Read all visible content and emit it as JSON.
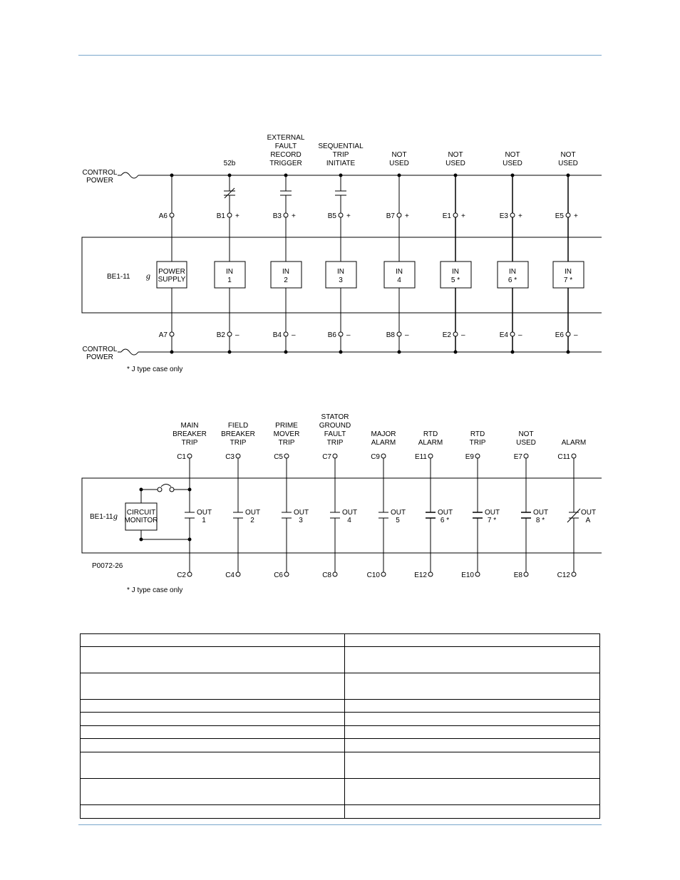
{
  "colors": {
    "rule": "#7aa6cc",
    "line": "#000000"
  },
  "inputs_diagram": {
    "control_power_label": [
      "CONTROL",
      "POWER"
    ],
    "relay_label": {
      "prefix": "BE1-11",
      "suffix": "g"
    },
    "footnote": "* J type case only",
    "channels": [
      {
        "label": [
          "",
          "52b"
        ],
        "contact": "nc",
        "top_terminal": "B1",
        "top_sign": "+",
        "bottom_terminal": "B2",
        "bottom_sign": "–",
        "box": [
          "IN",
          "1"
        ]
      },
      {
        "label": [
          "EXTERNAL",
          "FAULT",
          "RECORD",
          "TRIGGER"
        ],
        "contact": "no",
        "top_terminal": "B3",
        "top_sign": "+",
        "bottom_terminal": "B4",
        "bottom_sign": "–",
        "box": [
          "IN",
          "2"
        ]
      },
      {
        "label": [
          "SEQUENTIAL",
          "TRIP",
          "INITIATE"
        ],
        "contact": "no",
        "top_terminal": "B5",
        "top_sign": "+",
        "bottom_terminal": "B6",
        "bottom_sign": "–",
        "box": [
          "IN",
          "3"
        ]
      },
      {
        "label": [
          "NOT",
          "USED"
        ],
        "contact": "none",
        "top_terminal": "B7",
        "top_sign": "+",
        "bottom_terminal": "B8",
        "bottom_sign": "–",
        "box": [
          "IN",
          "4"
        ]
      },
      {
        "label": [
          "NOT",
          "USED"
        ],
        "contact": "none",
        "top_terminal": "E1",
        "top_sign": "+",
        "bottom_terminal": "E2",
        "bottom_sign": "–",
        "box": [
          "IN",
          "5 *"
        ]
      },
      {
        "label": [
          "NOT",
          "USED"
        ],
        "contact": "none",
        "top_terminal": "E3",
        "top_sign": "+",
        "bottom_terminal": "E4",
        "bottom_sign": "–",
        "box": [
          "IN",
          "6 *"
        ]
      },
      {
        "label": [
          "NOT",
          "USED"
        ],
        "contact": "none",
        "top_terminal": "E5",
        "top_sign": "+",
        "bottom_terminal": "E6",
        "bottom_sign": "–",
        "box": [
          "IN",
          "7 *"
        ]
      }
    ],
    "power_supply": {
      "top_terminal": "A6",
      "bottom_terminal": "A7",
      "box": [
        "POWER",
        "SUPPLY"
      ]
    }
  },
  "outputs_diagram": {
    "relay_label": {
      "prefix": "BE1-11",
      "suffix": "g"
    },
    "circuit_monitor": [
      "CIRCUIT",
      "MONITOR"
    ],
    "drawing_id": "P0072-26",
    "footnote": "* J type case only",
    "channels": [
      {
        "label": [
          "MAIN",
          "BREAKER",
          "TRIP"
        ],
        "top_terminal": "C1",
        "bottom_terminal": "C2",
        "out": [
          "OUT",
          "1"
        ],
        "contact": "no"
      },
      {
        "label": [
          "FIELD",
          "BREAKER",
          "TRIP"
        ],
        "top_terminal": "C3",
        "bottom_terminal": "C4",
        "out": [
          "OUT",
          "2"
        ],
        "contact": "no"
      },
      {
        "label": [
          "PRIME",
          "MOVER",
          "TRIP"
        ],
        "top_terminal": "C5",
        "bottom_terminal": "C6",
        "out": [
          "OUT",
          "3"
        ],
        "contact": "no"
      },
      {
        "label": [
          "STATOR",
          "GROUND",
          "FAULT",
          "TRIP"
        ],
        "top_terminal": "C7",
        "bottom_terminal": "C8",
        "out": [
          "OUT",
          "4"
        ],
        "contact": "no"
      },
      {
        "label": [
          "MAJOR",
          "ALARM"
        ],
        "top_terminal": "C9",
        "bottom_terminal": "C10",
        "out": [
          "OUT",
          "5"
        ],
        "contact": "no"
      },
      {
        "label": [
          "RTD",
          "ALARM"
        ],
        "top_terminal": "E11",
        "bottom_terminal": "E12",
        "out": [
          "OUT",
          "6 *"
        ],
        "contact": "no"
      },
      {
        "label": [
          "RTD",
          "TRIP"
        ],
        "top_terminal": "E9",
        "bottom_terminal": "E10",
        "out": [
          "OUT",
          "7 *"
        ],
        "contact": "no"
      },
      {
        "label": [
          "NOT",
          "USED"
        ],
        "top_terminal": "E7",
        "bottom_terminal": "E8",
        "out": [
          "OUT",
          "8 *"
        ],
        "contact": "no"
      },
      {
        "label": [
          "",
          "ALARM"
        ],
        "top_terminal": "C11",
        "bottom_terminal": "C12",
        "out": [
          "OUT",
          "A"
        ],
        "contact": "nc"
      }
    ]
  },
  "table": {
    "rows": [
      {
        "cells": [
          "",
          ""
        ],
        "height": 18
      },
      {
        "cells": [
          "",
          ""
        ],
        "height": 37
      },
      {
        "cells": [
          "",
          ""
        ],
        "height": 37
      },
      {
        "cells": [
          "",
          ""
        ],
        "height": 18
      },
      {
        "cells": [
          "",
          ""
        ],
        "height": 19
      },
      {
        "cells": [
          "",
          ""
        ],
        "height": 18
      },
      {
        "cells": [
          "",
          ""
        ],
        "height": 19
      },
      {
        "cells": [
          "",
          ""
        ],
        "height": 37
      },
      {
        "cells": [
          "",
          ""
        ],
        "height": 37
      },
      {
        "cells": [
          "",
          ""
        ],
        "height": 19
      }
    ]
  }
}
